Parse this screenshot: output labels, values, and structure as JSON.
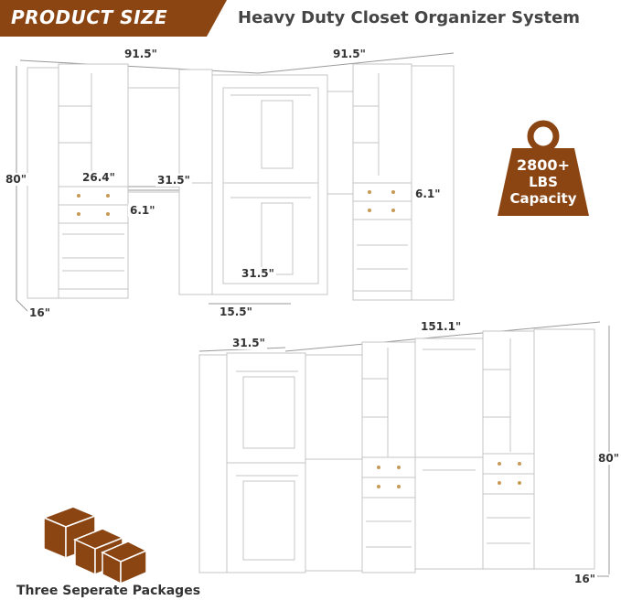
{
  "banner": {
    "label": "PRODUCT SIZE",
    "color": "#8b4513"
  },
  "title": "Heavy Duty Closet Organizer System",
  "top_set": {
    "width_left": "91.5\"",
    "width_right": "91.5\"",
    "height": "80\"",
    "depth": "16\"",
    "tower_width": "26.4\"",
    "rod_width": "31.5\"",
    "drawer_height_left": "6.1\"",
    "drawer_height_right": "6.1\"",
    "corner_width": "31.5\"",
    "corner_depth": "15.5\""
  },
  "bottom_set": {
    "side_width": "31.5\"",
    "total_width": "151.1\"",
    "height": "80\"",
    "depth": "16\""
  },
  "capacity": {
    "value": "2800+",
    "unit": "LBS",
    "label": "Capacity",
    "color": "#8b4513"
  },
  "packages": {
    "label": "Three Seperate Packages",
    "color": "#8b4513"
  }
}
